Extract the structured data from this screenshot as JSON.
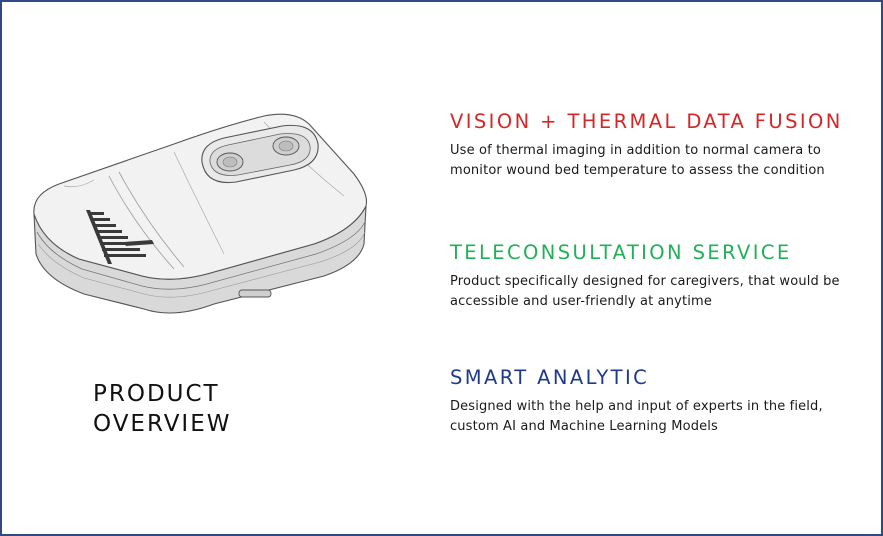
{
  "overview": {
    "line1": "PRODUCT",
    "line2": "OVERVIEW"
  },
  "features": [
    {
      "title": "VISION + THERMAL DATA FUSION",
      "description": "Use of thermal imaging in addition to normal camera to monitor wound bed temperature to assess the condition",
      "color": "#d42828"
    },
    {
      "title": "TELECONSULTATION SERVICE",
      "description": "Product specifically designed for caregivers, that would be accessible and user-friendly at anytime",
      "color": "#22b058"
    },
    {
      "title": "SMART ANALYTIC",
      "description": "Designed with the help and input of experts in the field, custom AI and Machine Learning Models",
      "color": "#1f3a8c"
    }
  ],
  "colors": {
    "border": "#2e4a85",
    "device_body": "#f2f2f2",
    "device_logo": "#3a3a3a"
  }
}
